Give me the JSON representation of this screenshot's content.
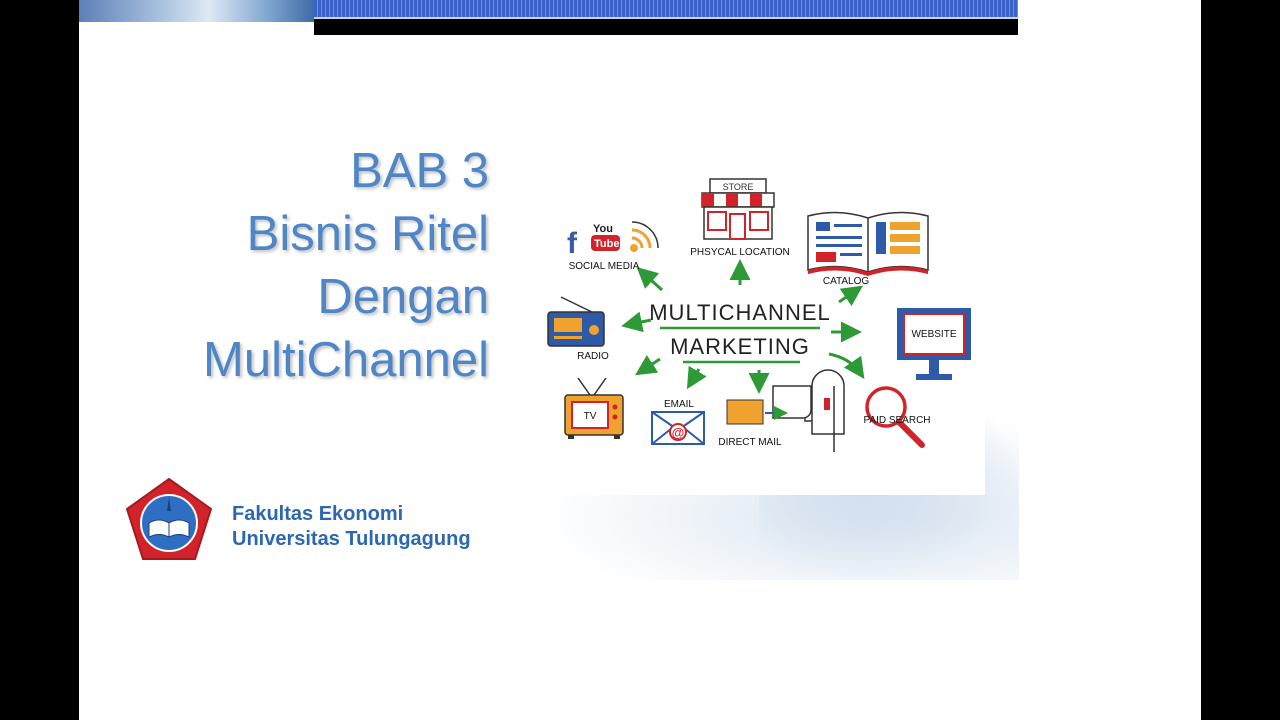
{
  "slide": {
    "title_lines": [
      "BAB 3",
      "Bisnis Ritel",
      "Dengan",
      "MultiChannel"
    ],
    "institution": {
      "line1": "Fakultas Ekonomi",
      "line2": "Universitas Tulungagung"
    }
  },
  "diagram": {
    "center": [
      "MULTICHANNEL",
      "MARKETING"
    ],
    "labels": {
      "social_media": "SOCIAL MEDIA",
      "physical_location": "PHSYCAL LOCATION",
      "store_sign": "STORE",
      "catalog": "CATALOG",
      "website": "WEBSITE",
      "paid_search": "PAID SEARCH",
      "direct_mail": "DIRECT MAIL",
      "email": "EMAIL",
      "tv": "TV",
      "radio": "RADIO",
      "youtube_top": "You",
      "youtube_bottom": "Tube",
      "facebook": "f"
    },
    "colors": {
      "arrow": "#2e9a37",
      "accent_red": "#d2232a",
      "accent_blue": "#2e5aa8",
      "accent_orange": "#f0a22e"
    }
  },
  "theme": {
    "title_color": "#4f86c6",
    "institution_color": "#2c67b1"
  }
}
